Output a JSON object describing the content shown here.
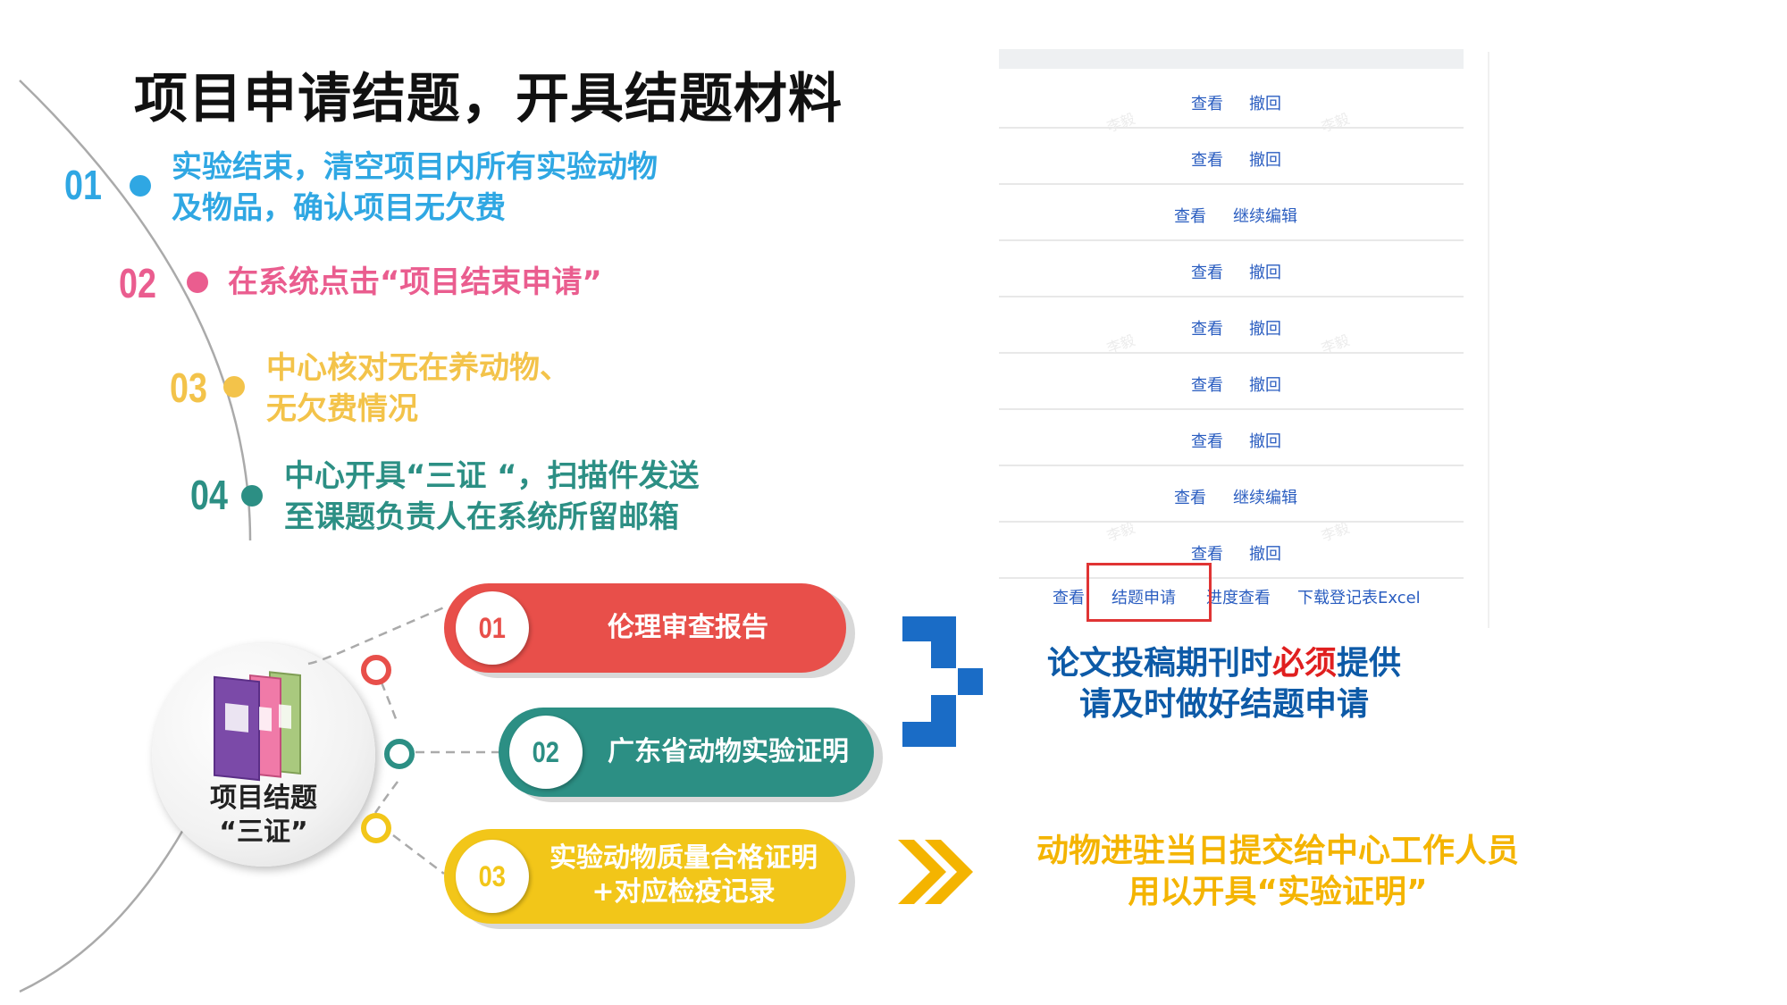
{
  "title": "项目申请结题，开具结题材料",
  "steps": [
    {
      "num": "01",
      "line1": "实验结束，清空项目内所有实验动物",
      "line2": "及物品，确认项目无欠费"
    },
    {
      "num": "02",
      "line1": "在系统点击“项目结束申请”",
      "line2": ""
    },
    {
      "num": "03",
      "line1": "中心核对无在养动物、",
      "line2": "无欠费情况"
    },
    {
      "num": "04",
      "line1": "中心开具“三证 “，扫描件发送",
      "line2": "至课题负责人在系统所留邮箱"
    }
  ],
  "colors": {
    "step1": "#2fa7e3",
    "step2": "#ea5d8f",
    "step3": "#f3c34a",
    "step4": "#2c8f84",
    "pill1": "#e84f4a",
    "pill3": "#f2c619",
    "note_blue": "#0d5aa7",
    "note_yellow": "#f4b400"
  },
  "screenshot": {
    "rows": [
      {
        "view": "查看",
        "action": "撤回"
      },
      {
        "view": "查看",
        "action": "撤回"
      },
      {
        "view": "查看",
        "action": "继续编辑"
      },
      {
        "view": "查看",
        "action": "撤回"
      },
      {
        "view": "查看",
        "action": "撤回"
      },
      {
        "view": "查看",
        "action": "撤回"
      },
      {
        "view": "查看",
        "action": "撤回"
      },
      {
        "view": "查看",
        "action": "继续编辑"
      },
      {
        "view": "查看",
        "action": "撤回"
      }
    ],
    "bottom_row": {
      "view": "查看",
      "apply": "结题申请",
      "progress": "进度查看",
      "download": "下载登记表Excel"
    },
    "watermark": "李毅"
  },
  "hub": {
    "line1": "项目结题",
    "line2": "“三证”",
    "icon": "binders-icon"
  },
  "certs": [
    {
      "num": "01",
      "label": "伦理审查报告"
    },
    {
      "num": "02",
      "label": "广东省动物实验证明"
    },
    {
      "num": "03",
      "label_line1": "实验动物质量合格证明",
      "label_line2": "+对应检疫记录"
    }
  ],
  "note1": {
    "line1_a": "论文投稿期刊时",
    "line1_b": "必须",
    "line1_c": "提供",
    "line2": "请及时做好结题申请"
  },
  "note2": {
    "line1": "动物进驻当日提交给中心工作人员",
    "line2": "用以开具“实验证明”"
  }
}
